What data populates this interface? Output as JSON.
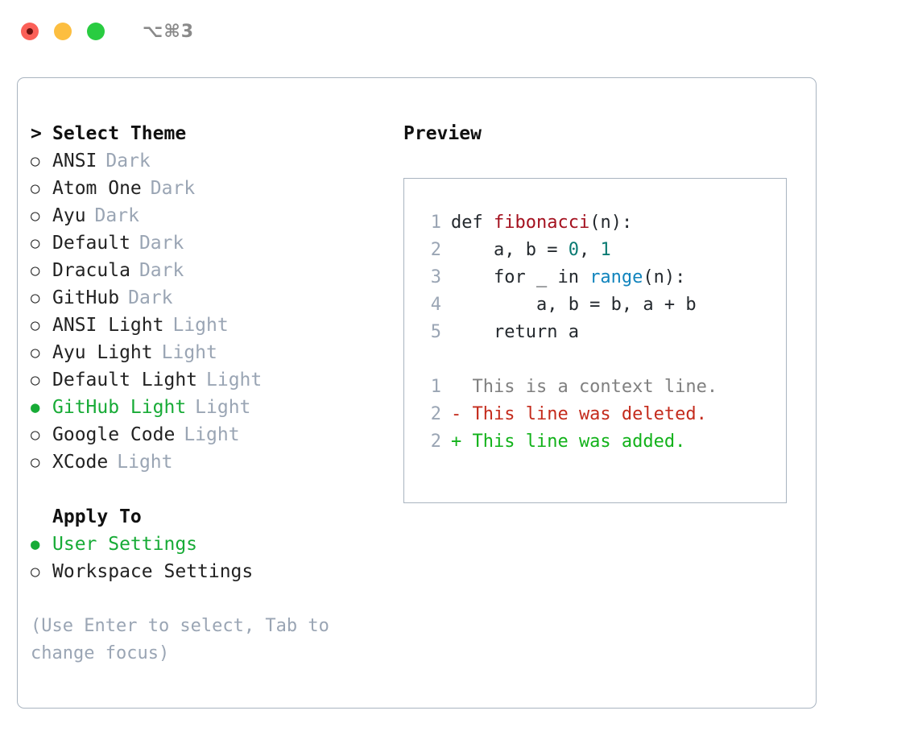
{
  "window": {
    "shortcut": "⌥⌘3",
    "traffic_lights": [
      {
        "name": "close",
        "color": "#fb6058"
      },
      {
        "name": "minimize",
        "color": "#fcbe40"
      },
      {
        "name": "maximize",
        "color": "#29cc41"
      }
    ]
  },
  "colors": {
    "accent_green": "#17ab36",
    "muted": "#9aa5b4",
    "border": "#a9b4c0",
    "diff_delete": "#c42b1c",
    "diff_add": "#12b21a",
    "diff_context": "#808080",
    "code_function": "#a4111f",
    "code_number": "#0a7a72",
    "code_builtin": "#1184bd"
  },
  "theme_section": {
    "caret": ">",
    "title": "Select Theme",
    "focused": true,
    "marker_selected": "●",
    "marker_unselected": "○",
    "options": [
      {
        "label": "ANSI",
        "kind": "Dark",
        "selected": false
      },
      {
        "label": "Atom One",
        "kind": "Dark",
        "selected": false
      },
      {
        "label": "Ayu",
        "kind": "Dark",
        "selected": false
      },
      {
        "label": "Default",
        "kind": "Dark",
        "selected": false
      },
      {
        "label": "Dracula",
        "kind": "Dark",
        "selected": false
      },
      {
        "label": "GitHub",
        "kind": "Dark",
        "selected": false
      },
      {
        "label": "ANSI Light",
        "kind": "Light",
        "selected": false
      },
      {
        "label": "Ayu Light",
        "kind": "Light",
        "selected": false
      },
      {
        "label": "Default Light",
        "kind": "Light",
        "selected": false
      },
      {
        "label": "GitHub Light",
        "kind": "Light",
        "selected": true
      },
      {
        "label": "Google Code",
        "kind": "Light",
        "selected": false
      },
      {
        "label": "XCode",
        "kind": "Light",
        "selected": false
      }
    ]
  },
  "apply_section": {
    "caret": " ",
    "title": "Apply To",
    "focused": false,
    "options": [
      {
        "label": "User Settings",
        "kind": "",
        "selected": true
      },
      {
        "label": "Workspace Settings",
        "kind": "",
        "selected": false
      }
    ]
  },
  "hint": "(Use Enter to select, Tab to change focus)",
  "preview": {
    "title": "Preview",
    "code_lines": [
      {
        "gutter": "1",
        "tokens": [
          {
            "text": "def ",
            "type": "def"
          },
          {
            "text": "fibonacci",
            "type": "fn"
          },
          {
            "text": "(n):",
            "type": "plain"
          }
        ]
      },
      {
        "gutter": "2",
        "tokens": [
          {
            "text": "    a, b = ",
            "type": "plain"
          },
          {
            "text": "0",
            "type": "num"
          },
          {
            "text": ", ",
            "type": "plain"
          },
          {
            "text": "1",
            "type": "num"
          }
        ]
      },
      {
        "gutter": "3",
        "tokens": [
          {
            "text": "    for _ in ",
            "type": "plain"
          },
          {
            "text": "range",
            "type": "builtin"
          },
          {
            "text": "(n):",
            "type": "plain"
          }
        ]
      },
      {
        "gutter": "4",
        "tokens": [
          {
            "text": "        a, b = b, a + b",
            "type": "plain"
          }
        ]
      },
      {
        "gutter": "5",
        "tokens": [
          {
            "text": "    return a",
            "type": "plain"
          }
        ]
      }
    ],
    "diff_lines": [
      {
        "gutter": "1",
        "marker": " ",
        "text": "  This is a context line.",
        "type": "context"
      },
      {
        "gutter": "2",
        "marker": "-",
        "text": "- This line was deleted.",
        "type": "delete"
      },
      {
        "gutter": "2",
        "marker": "+",
        "text": "+ This line was added.",
        "type": "add"
      }
    ]
  }
}
